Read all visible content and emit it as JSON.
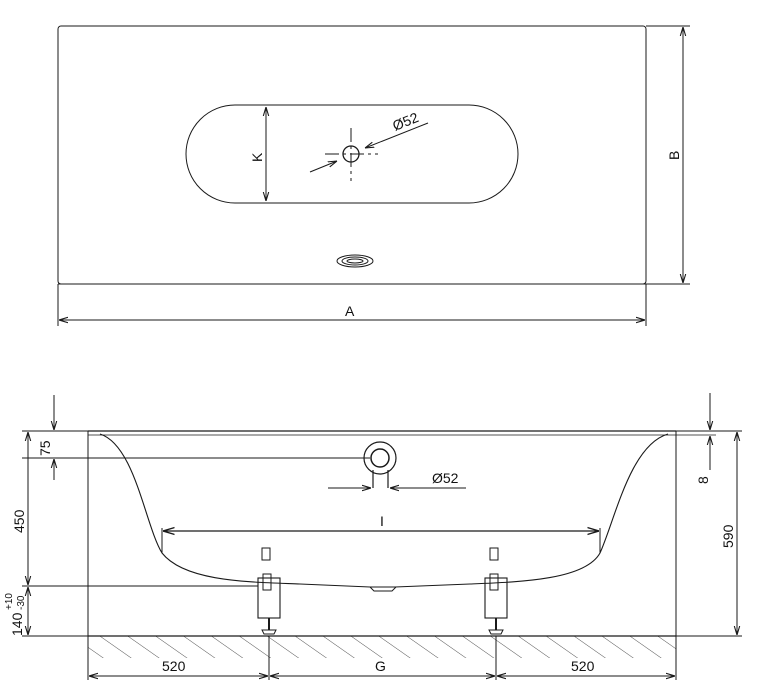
{
  "top_view": {
    "length_label": "A",
    "width_label": "B",
    "basin_width_label": "K",
    "drain_diameter_label": "Ø52"
  },
  "side_view": {
    "rim_height": "75",
    "overflow_diameter_label": "Ø52",
    "height_left": "450",
    "inner_length_label": "I",
    "rim_thickness": "8",
    "total_height_right": "590",
    "foot_tolerance_plus": "+10",
    "foot_tolerance_minus": "-30",
    "foot_height": "140",
    "foot_offset_left": "520",
    "foot_spacing_label": "G",
    "foot_offset_right": "520"
  }
}
